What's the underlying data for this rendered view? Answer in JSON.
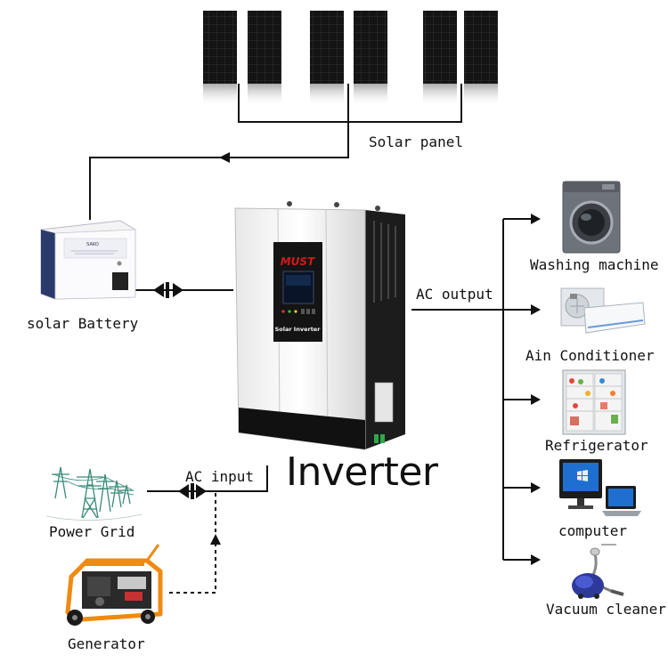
{
  "labels": {
    "solar_panel": "Solar panel",
    "solar_battery": "solar Battery",
    "ac_output": "AC output",
    "ac_input": "AC input",
    "inverter": "Inverter",
    "power_grid": "Power Grid",
    "generator": "Generator"
  },
  "loads": [
    {
      "label": "Washing machine"
    },
    {
      "label": "Ain Conditioner"
    },
    {
      "label": "Refrigerator"
    },
    {
      "label": "computer"
    },
    {
      "label": "Vacuum cleaner"
    }
  ],
  "device_text": {
    "brand": "MUST",
    "inverter_face": "Solar Inverter",
    "battery_brand": "SAKO"
  },
  "colors": {
    "line": "#111111",
    "panel_cell": "#1a1a1a",
    "brand_red": "#d01a1a",
    "generator_orange": "#f08a10",
    "pylon": "#3a8a7a"
  },
  "icons": [
    "solar-panel-icon",
    "battery-icon",
    "inverter-icon",
    "pylon-icon",
    "generator-icon",
    "washing-machine-icon",
    "air-conditioner-icon",
    "refrigerator-icon",
    "computer-icon",
    "vacuum-cleaner-icon"
  ]
}
